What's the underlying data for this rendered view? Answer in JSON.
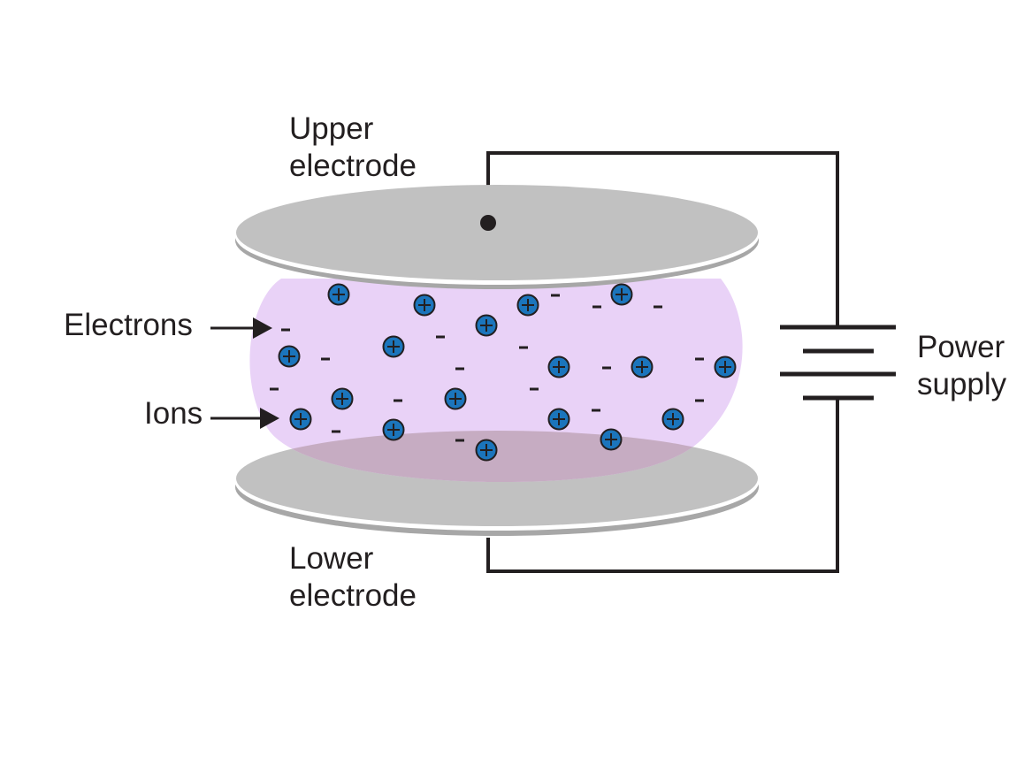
{
  "labels": {
    "upper_electrode": [
      "Upper",
      "electrode"
    ],
    "lower_electrode": [
      "Lower",
      "electrode"
    ],
    "electrons": "Electrons",
    "ions": "Ions",
    "power_supply": [
      "Power",
      "supply"
    ]
  },
  "symbols": {
    "electron": "-",
    "ion": "+"
  },
  "colors": {
    "plasma": "#e9d2f7",
    "electrode_top": "#c1c1c1",
    "electrode_edge": "#a7a7a7",
    "ion_fill": "#1b75bc",
    "wire": "#231f20",
    "text": "#231f20"
  }
}
